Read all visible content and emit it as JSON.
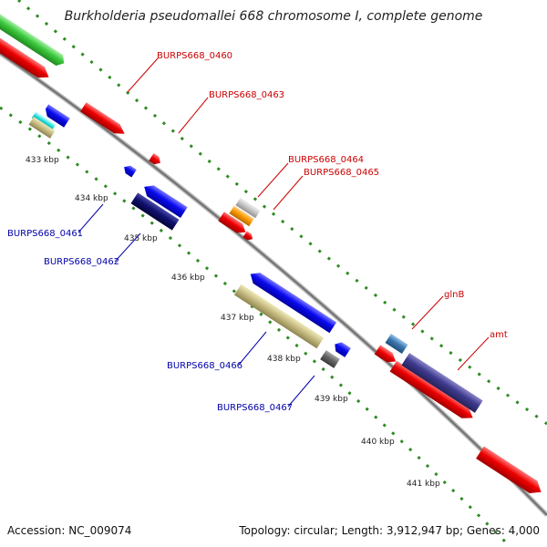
{
  "title": "Burkholderia pseudomallei 668 chromosome I, complete genome",
  "footer": {
    "accession": "Accession: NC_009074",
    "topology": "Topology: circular; Length: 3,912,947 bp; Genes: 4,000"
  },
  "ticks": [
    "433 kbp",
    "434 kbp",
    "435 kbp",
    "436 kbp",
    "437 kbp",
    "438 kbp",
    "439 kbp",
    "440 kbp",
    "441 kbp"
  ],
  "labels": {
    "l0460": "BURPS668_0460",
    "l0463": "BURPS668_0463",
    "l0464": "BURPS668_0464",
    "l0465": "BURPS668_0465",
    "l0461": "BURPS668_0461",
    "l0462": "BURPS668_0462",
    "l0466": "BURPS668_0466",
    "l0467": "BURPS668_0467",
    "glnB": "glnB",
    "amt": "amt"
  },
  "colors": {
    "forward_label": "#cc0000",
    "reverse_label": "#0000aa",
    "backbone": "#8a8a8a",
    "dots": "#2e8b22"
  }
}
